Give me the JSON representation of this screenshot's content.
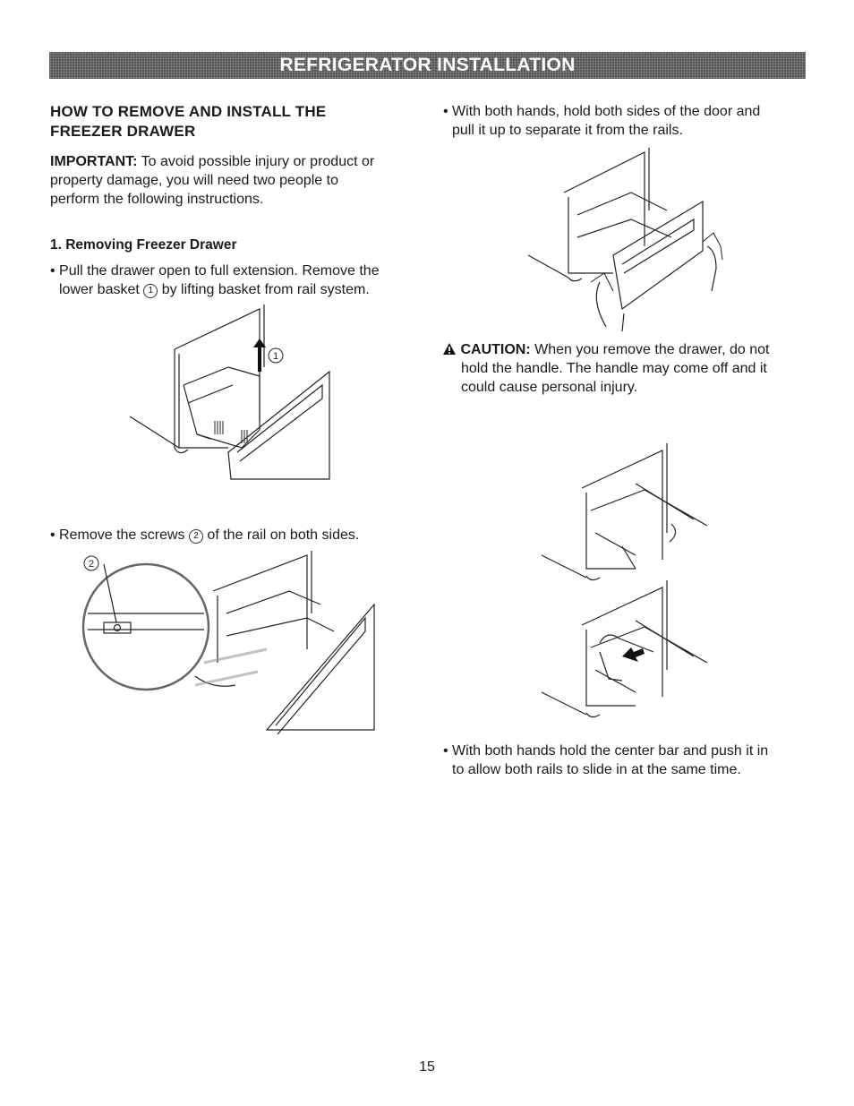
{
  "banner": {
    "title": "REFRIGERATOR INSTALLATION"
  },
  "left": {
    "heading_line1": "HOW TO REMOVE AND INSTALL THE",
    "heading_line2": "FREEZER DRAWER",
    "important_label": "IMPORTANT:",
    "important_text1": " To avoid possible injury or product or",
    "important_text2": "property damage, you will need two people to",
    "important_text3": "perform the following instructions.",
    "step1_title": "1. Removing Freezer Drawer",
    "bullet1_line1": "• Pull the drawer open to full extension. Remove the",
    "bullet1_line2a": "lower basket ",
    "bullet1_marker": "1",
    "bullet1_line2b": " by lifting basket from rail system.",
    "bullet2a": "• Remove the screws ",
    "bullet2_marker": "2",
    "bullet2b": " of the rail on both sides.",
    "fig1_callout": "1",
    "fig2_callout": "2"
  },
  "right": {
    "bullet1_line1": "• With both hands, hold both sides of the door and",
    "bullet1_line2": "pull it up to separate it from the rails.",
    "caution_label": "CAUTION:",
    "caution_line1": " When you remove the drawer, do not",
    "caution_line2": "hold the handle. The handle may come off and it",
    "caution_line3": "could cause personal injury.",
    "bullet2_line1": "• With both hands hold the center bar and push it in",
    "bullet2_line2": "to allow both rails to slide in at the same time."
  },
  "footer": {
    "page_number": "15"
  },
  "icons": {
    "caution": "warning-triangle-icon"
  }
}
